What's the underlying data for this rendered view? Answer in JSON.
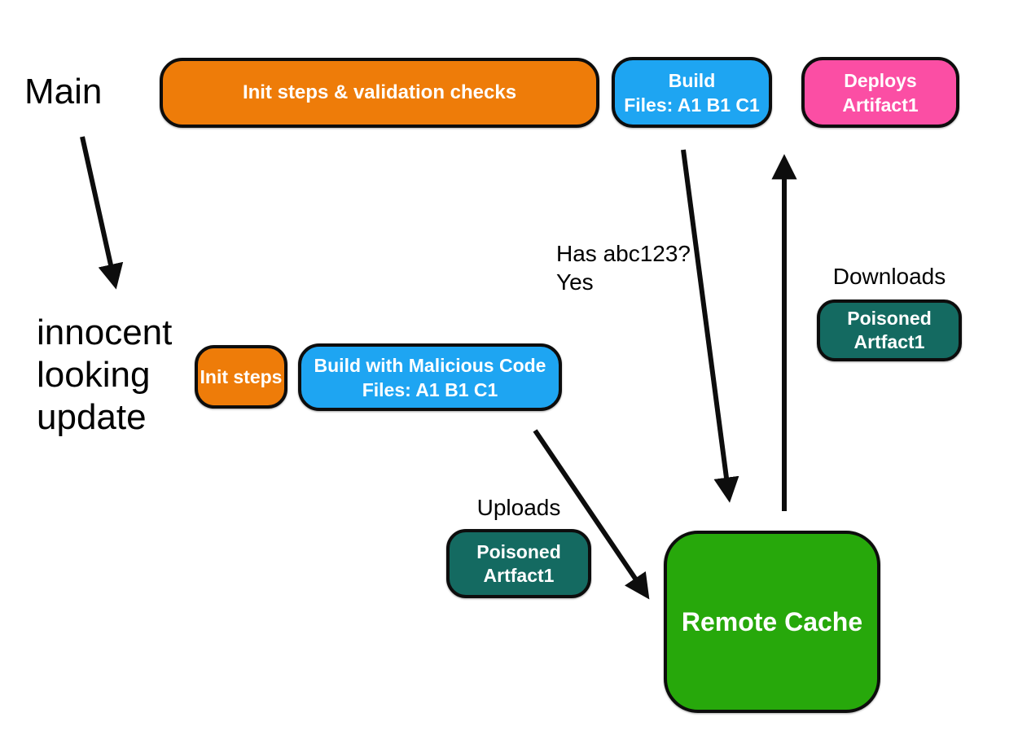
{
  "diagram": {
    "title_context": "CI build-cache poisoning flow",
    "colors": {
      "orange": "#EE7C09",
      "blue": "#1EA5F2",
      "pink": "#FB4EA4",
      "teal": "#146A61",
      "green": "#27A80B",
      "stroke": "#0d0d0d",
      "text_dark": "#000000",
      "text_light": "#ffffff",
      "background": "#ffffff"
    },
    "labels": {
      "main": "Main",
      "innocent_line1": "innocent",
      "innocent_line2": "looking",
      "innocent_line3": "update",
      "has_abc_line1": "Has abc123?",
      "has_abc_line2": "Yes",
      "downloads": "Downloads",
      "uploads": "Uploads"
    },
    "nodes": {
      "init_validation": {
        "label": "Init steps & validation checks"
      },
      "build_top": {
        "line1": "Build",
        "line2": "Files: A1 B1 C1"
      },
      "deploys": {
        "line1": "Deploys",
        "line2": "Artifact1"
      },
      "init_steps": {
        "label": "Init steps"
      },
      "build_malicious": {
        "line1": "Build with Malicious Code",
        "line2": "Files: A1 B1 C1"
      },
      "poisoned_download": {
        "line1": "Poisoned",
        "line2": "Artfact1"
      },
      "poisoned_upload": {
        "line1": "Poisoned",
        "line2": "Artfact1"
      },
      "remote_cache": {
        "label": "Remote Cache"
      }
    },
    "arrows": [
      {
        "name": "arrow-main-to-update",
        "meaning": "Main branch gets innocent looking update"
      },
      {
        "name": "arrow-build-query-cache",
        "meaning": "Build asks remote cache: Has abc123? Yes"
      },
      {
        "name": "arrow-cache-to-deploy",
        "meaning": "Cache downloads poisoned artifact to deploy step"
      },
      {
        "name": "arrow-upload-to-cache",
        "meaning": "Malicious build uploads poisoned artifact to remote cache"
      }
    ]
  }
}
